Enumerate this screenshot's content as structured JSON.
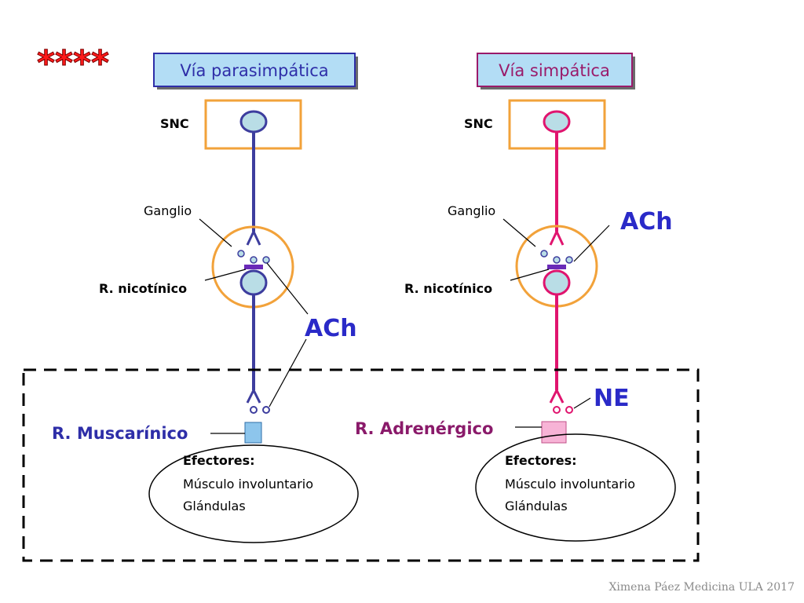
{
  "stars": "****",
  "parasympathetic": {
    "title": "Vía parasimpática",
    "snc": "SNC",
    "ganglion": "Ganglio",
    "receptor_nicotinic": "R. nicotínico",
    "neurotransmitter": "ACh",
    "receptor_effector": "R. Muscarínico",
    "effectors_title": "Efectores:",
    "effectors_line1": "Músculo involuntario",
    "effectors_line2": "Glándulas"
  },
  "sympathetic": {
    "title": "Vía simpática",
    "snc": "SNC",
    "ganglion": "Ganglio",
    "receptor_nicotinic": "R. nicotínico",
    "neurotransmitter": "ACh",
    "neurotransmitter_effector": "NE",
    "receptor_effector": "R. Adrenérgico",
    "effectors_title": "Efectores:",
    "effectors_line1": "Músculo involuntario",
    "effectors_line2": "Glándulas"
  },
  "credit": "Ximena Páez Medicina ULA 2017",
  "colors": {
    "parasympathetic_nerve": "#3d3d9e",
    "sympathetic_nerve": "#e0146e",
    "box_border": "#f2a23a",
    "title_box_fill": "#b3ddf5",
    "para_title_text": "#2e2ea8",
    "symp_title_text": "#9a1a6a",
    "neuron_fill": "#b9dde6",
    "receptor_bar": "#6a2ab8",
    "para_effector_fill": "#8dc5ec",
    "symp_effector_fill": "#f7b3d6",
    "effector_receptor_text": "#8a1a6a"
  }
}
